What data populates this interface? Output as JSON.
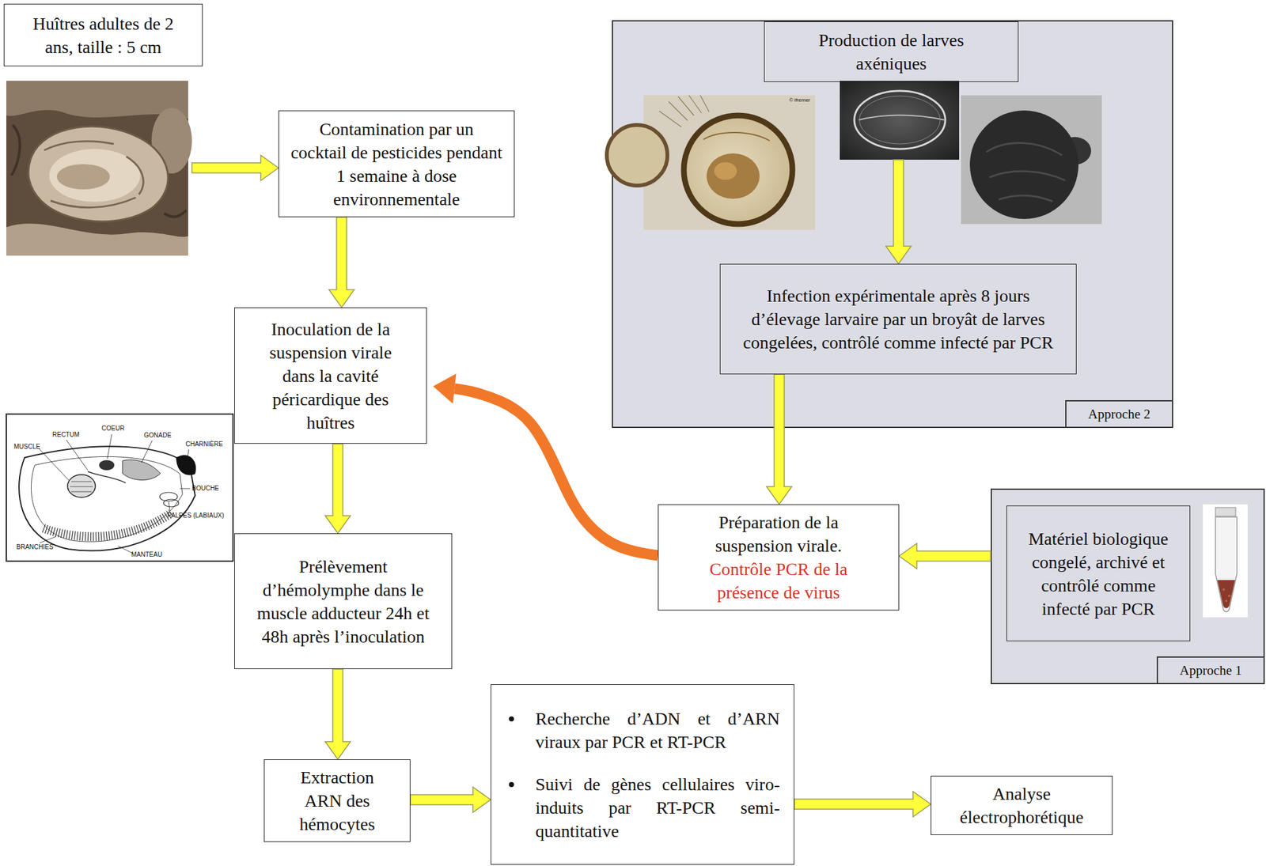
{
  "diagram": {
    "nodes": [
      {
        "text": [
          "Huîtres adultes de 2 ans, taille : 5 cm"
        ]
      },
      {
        "text": [
          "Contamination par un cocktail de pesticides pendant 1 semaine à dose environnementale"
        ]
      },
      {
        "text": [
          "Approche 2"
        ]
      },
      {
        "text": [
          "Production de larves axéniques"
        ],
        "in": 2
      },
      {
        "text": [
          "Infection expérimentale après 8 jours d’élevage larvaire par un broyât de larves congelées, contrôlé comme infecté par PCR"
        ],
        "in": 2
      },
      {
        "text": [
          "Inoculation de la suspension virale dans la cavité péricardique des huîtres"
        ]
      },
      {
        "text": [
          "Préparation de la suspension virale.",
          "Contrôle PCR de la présence de virus"
        ]
      },
      {
        "text": [
          "Approche 1"
        ]
      },
      {
        "text": [
          "Matériel biologique congelé, archivé et contrôlé comme infecté par PCR"
        ],
        "in": 7
      },
      {
        "text": [
          "Prélèvement d’hémolymphe dans le muscle adducteur 24h et 48h après l’inoculation"
        ]
      },
      {
        "text": [
          "Extraction ARN des hémocytes"
        ]
      },
      {
        "text": [
          "Recherche d’ADN et d’ARN viraux par PCR et RT-PCR",
          "Suivi de gènes cellulaires viro-induits par RT-PCR semi-quantitative"
        ]
      },
      {
        "text": [
          "Analyse électrophorétique"
        ]
      }
    ],
    "edges": [
      {
        "from": 0,
        "to": 1,
        "arrow": "to"
      },
      {
        "from": 1,
        "to": 5,
        "arrow": "to"
      },
      {
        "from": 3,
        "to": 4,
        "arrow": "to"
      },
      {
        "from": 4,
        "to": 6,
        "arrow": "to"
      },
      {
        "from": 7,
        "to": 6,
        "arrow": "to"
      },
      {
        "from": 6,
        "to": 5,
        "arrow": "to"
      },
      {
        "from": 5,
        "to": 9,
        "arrow": "to"
      },
      {
        "from": 9,
        "to": 10,
        "arrow": "to"
      },
      {
        "from": 10,
        "to": 11,
        "arrow": "to"
      },
      {
        "from": 11,
        "to": 12,
        "arrow": "to"
      }
    ],
    "labels": [
      "RECTUM",
      "COEUR",
      "GONADE",
      "MUSCLE",
      "CHARNIÈRE",
      "BOUCHE",
      "PALPES (LABIAUX)",
      "BRANCHIES",
      "MANTEAU",
      "© ifremer"
    ]
  }
}
